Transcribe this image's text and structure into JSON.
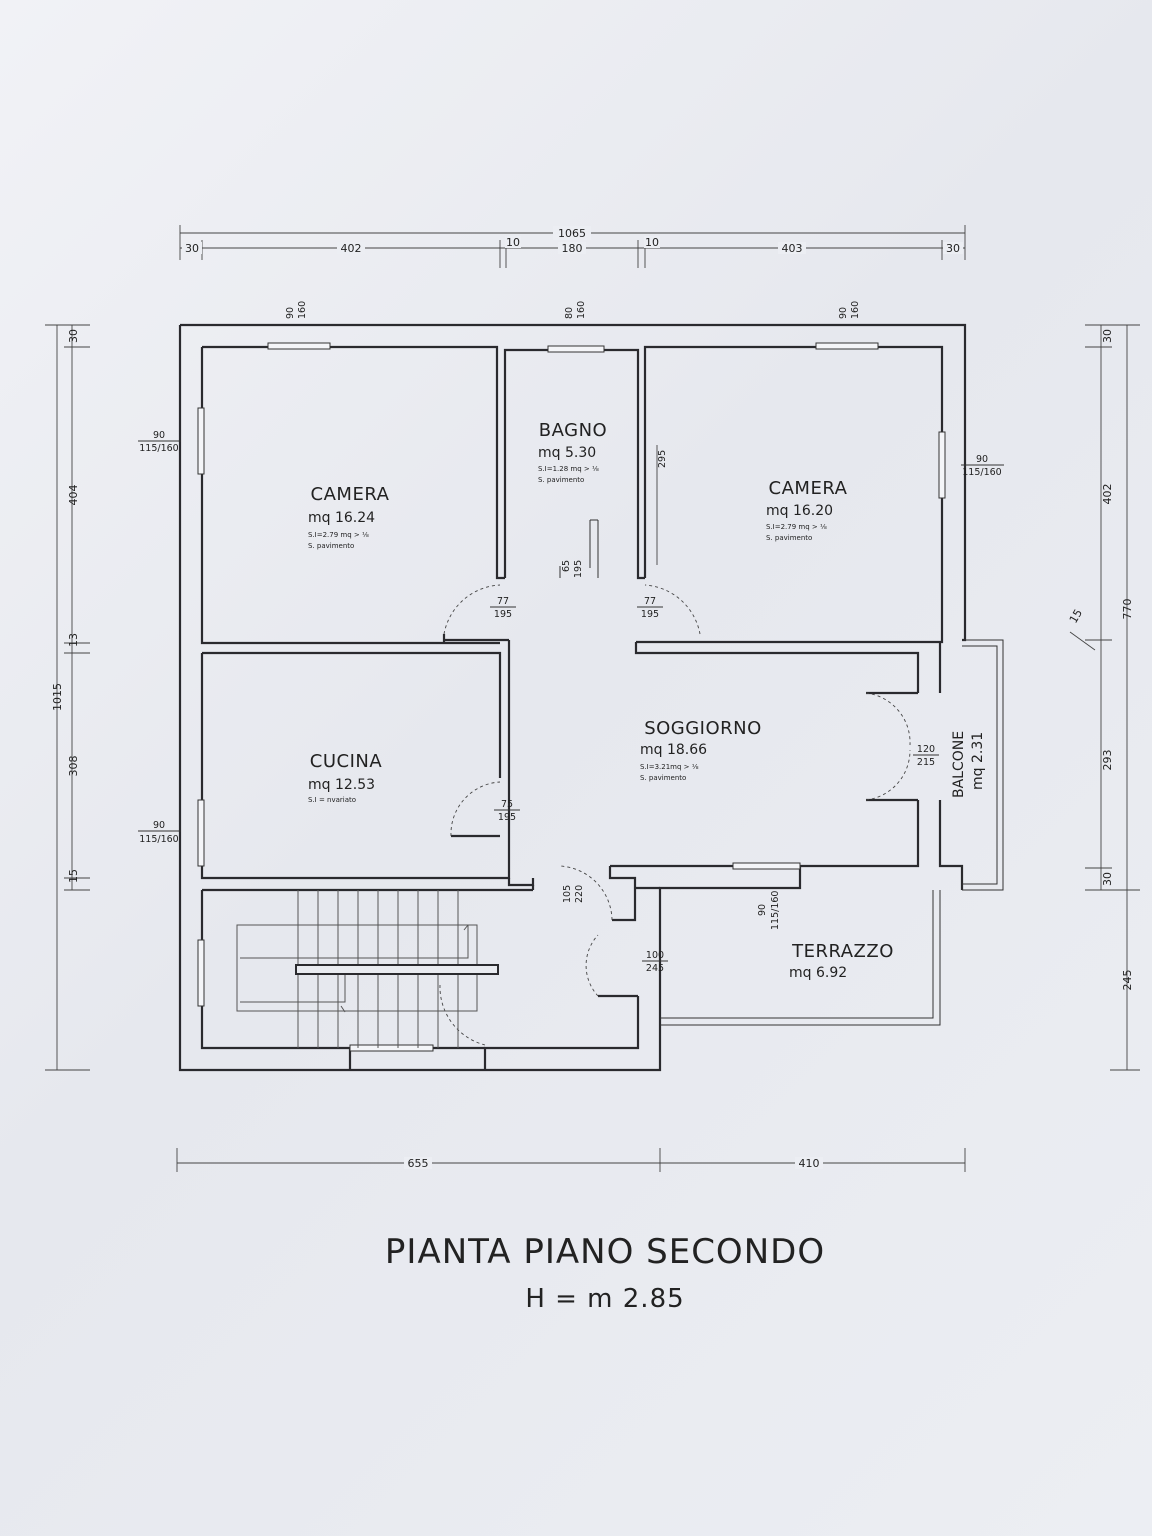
{
  "title": "PIANTA PIANO SECONDO",
  "height_label": "H = m 2.85",
  "rooms": {
    "camera_left": {
      "name": "CAMERA",
      "area": "mq 16.24",
      "note1": "S.I=2.79 mq > ⅛",
      "note2": "S. pavimento"
    },
    "bagno": {
      "name": "BAGNO",
      "area": "mq 5.30",
      "note1": "S.I=1.28 mq > ⅛",
      "note2": "S. pavimento"
    },
    "camera_right": {
      "name": "CAMERA",
      "area": "mq 16.20",
      "note1": "S.I=2.79 mq > ⅛",
      "note2": "S. pavimento"
    },
    "cucina": {
      "name": "CUCINA",
      "area": "mq 12.53",
      "note1": "S.I = nvariato"
    },
    "soggiorno": {
      "name": "SOGGIORNO",
      "area": "mq 18.66",
      "note1": "S.I=3.21mq > ⅛",
      "note2": "S. pavimento"
    },
    "balcone": {
      "name": "BALCONE",
      "area": "mq 2.31"
    },
    "terrazzo": {
      "name": "TERRAZZO",
      "area": "mq 6.92"
    }
  },
  "dimensions": {
    "top_total": "1065",
    "top": [
      "30",
      "402",
      "10",
      "180",
      "10",
      "403",
      "30"
    ],
    "left_total": "1015",
    "left": [
      "30",
      "404",
      "13",
      "308",
      "15"
    ],
    "right_total": "770",
    "right": [
      "30",
      "402",
      "15",
      "293",
      "30",
      "245"
    ],
    "bottom": [
      "655",
      "410"
    ]
  },
  "openings": {
    "win_top_left": [
      "90",
      "160"
    ],
    "win_top_bagno": [
      "80",
      "160"
    ],
    "win_top_right": [
      "90",
      "160"
    ],
    "win_left_camera": [
      "90",
      "115/160"
    ],
    "win_right_camera": [
      "90",
      "115/160"
    ],
    "win_left_cucina": [
      "90",
      "115/160"
    ],
    "win_terrazzo": [
      "90",
      "115/160"
    ],
    "door_camera_left": [
      "77",
      "195"
    ],
    "door_camera_right": [
      "77",
      "195"
    ],
    "door_bagno": [
      "65",
      "195"
    ],
    "door_cucina": [
      "75",
      "195"
    ],
    "door_balcone": [
      "120",
      "215"
    ],
    "door_ingresso": [
      "105",
      "220"
    ],
    "door_terrazzo": [
      "100",
      "245"
    ],
    "wall_295": "295"
  }
}
